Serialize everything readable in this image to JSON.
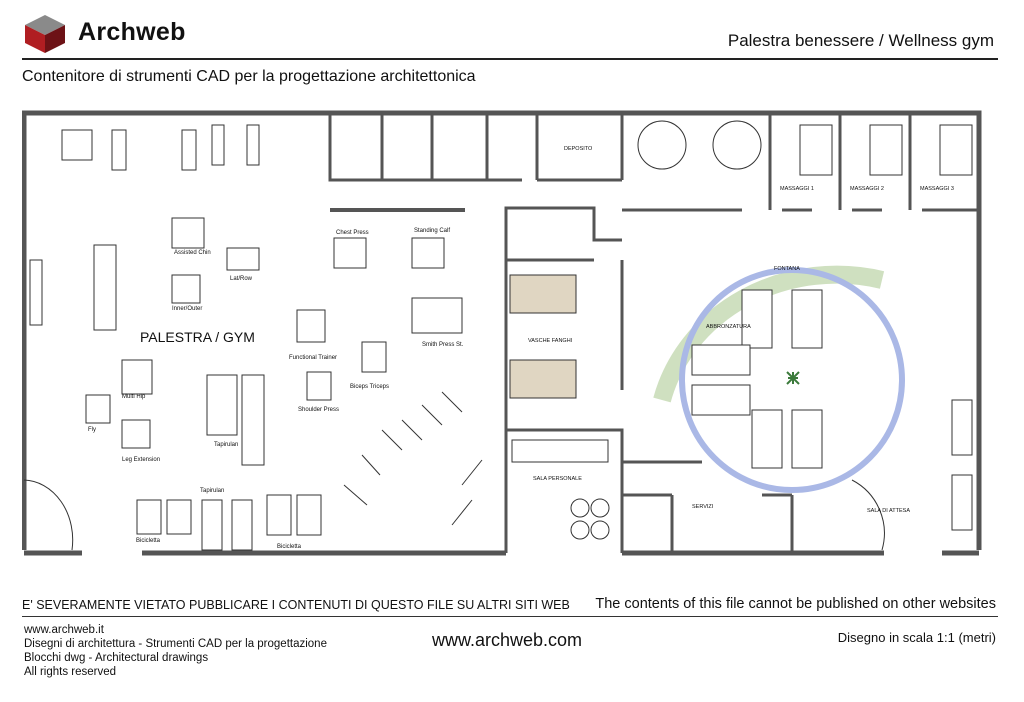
{
  "header": {
    "brand": "Archweb",
    "title": "Palestra benessere  /  Wellness gym",
    "subtitle": "Contenitore di strumenti CAD per la progettazione architettonica"
  },
  "plan": {
    "rooms": {
      "gym": "PALESTRA / GYM",
      "deposito": "DEPOSITO",
      "massaggi_1": "MASSAGGI 1",
      "massaggi_2": "MASSAGGI 2",
      "massaggi_3": "MASSAGGI 3",
      "fontana": "FONTANA",
      "abbronzatura": "ABBRONZATURA",
      "vasche_fanghi": "VASCHE FANGHI",
      "sala_personale": "SALA PERSONALE",
      "servizi": "SERVIZI",
      "sala_attesa": "SALA DI ATTESA"
    },
    "equipment": {
      "assisted_chin": "Assisted Chin",
      "lat_row": "Lat/Row",
      "inner_outer": "Inner/Outer",
      "chest_press": "Chest Press",
      "standing_calf": "Standing Calf",
      "smith_press": "Smith Press St.",
      "functional_trainer": "Functional Trainer",
      "biceps_triceps": "Biceps Triceps",
      "shoulder_press": "Shoulder Press",
      "multi_hip": "Multi Hip",
      "fly": "Fly",
      "leg_extension": "Leg Extension",
      "tapirulan_1": "Tapirulan",
      "tapirulan_2": "Tapirulan",
      "bicicletta_1": "Bicicletta",
      "bicicletta_2": "Bicicletta"
    }
  },
  "footer": {
    "warning_it": "E' SEVERAMENTE VIETATO PUBBLICARE I CONTENUTI DI QUESTO FILE SU ALTRI SITI WEB",
    "warning_en": "The contents of this file cannot be published on other websites",
    "lines": [
      "www.archweb.it",
      "Disegni di architettura - Strumenti CAD  per la progettazione",
      "Blocchi dwg - Architectural drawings",
      "All rights reserved"
    ],
    "site": "www.archweb.com",
    "scale": "Disegno in scala 1:1 (metri)"
  },
  "colors": {
    "wall": "#555555",
    "pool": "#aab8e6",
    "mud_bath": "#e0d6c2",
    "garden": "#cfe0c0",
    "logo_red": "#9b1b1f",
    "logo_grey": "#7a7a7a"
  }
}
